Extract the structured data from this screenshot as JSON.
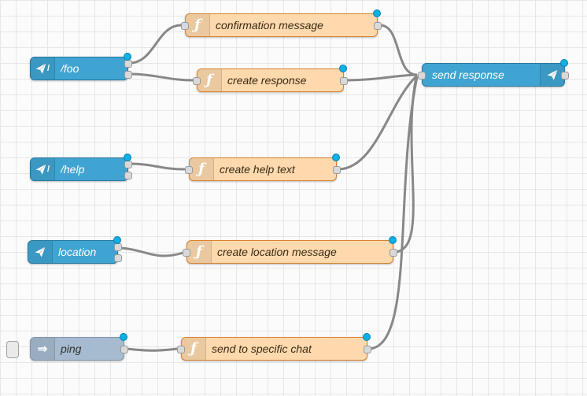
{
  "app": {
    "name": "flow editor canvas"
  },
  "colors": {
    "telegram_node": "#3fa4d1",
    "function_node": "#fdd9ad",
    "function_border": "#d9832e",
    "inject_node": "#a6bbcf",
    "wire": "#888888",
    "status_dot": "#0eb0e6",
    "grid_line": "#e7e7e7"
  },
  "icons": {
    "function_glyph": "ƒ",
    "inject_glyph": "⇒",
    "command_slash": "/"
  },
  "nodes": {
    "foo": {
      "label": "/foo",
      "type": "telegram-command",
      "icon": "paper-plane-icon"
    },
    "confirmation_message": {
      "label": "confirmation message",
      "type": "function",
      "icon": "function-icon"
    },
    "create_response": {
      "label": "create response",
      "type": "function",
      "icon": "function-icon"
    },
    "help": {
      "label": "/help",
      "type": "telegram-command",
      "icon": "paper-plane-icon"
    },
    "create_help_text": {
      "label": "create help text",
      "type": "function",
      "icon": "function-icon"
    },
    "location": {
      "label": "location",
      "type": "telegram-event",
      "icon": "paper-plane-icon"
    },
    "create_location_message": {
      "label": "create location message",
      "type": "function",
      "icon": "function-icon"
    },
    "ping": {
      "label": "ping",
      "type": "inject",
      "icon": "arrow-right-icon"
    },
    "send_to_specific_chat": {
      "label": "send to specific chat",
      "type": "function",
      "icon": "function-icon"
    },
    "send_response": {
      "label": "send response",
      "type": "telegram-sender",
      "icon": "paper-plane-icon"
    }
  }
}
